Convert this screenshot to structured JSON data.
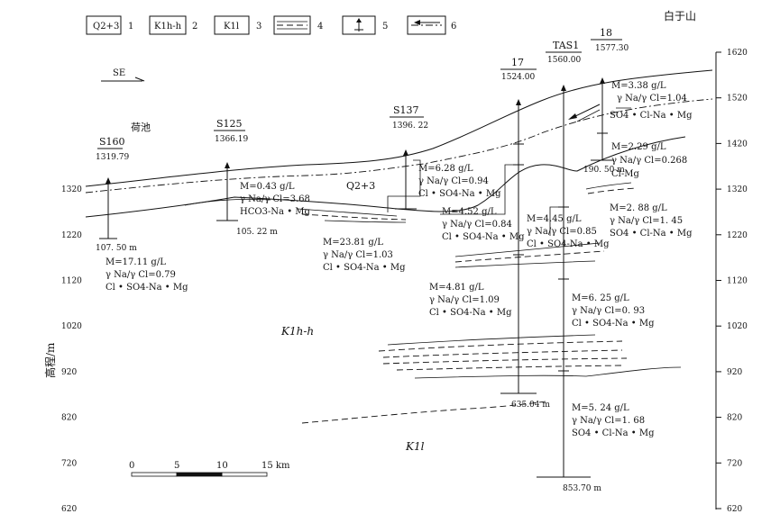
{
  "legend": {
    "items": [
      {
        "symbol": "Q2+3",
        "num": "1"
      },
      {
        "symbol": "K1h-h",
        "num": "2"
      },
      {
        "symbol": "K1l",
        "num": "3"
      },
      {
        "symbol": "",
        "num": "4"
      },
      {
        "symbol": "",
        "num": "5"
      },
      {
        "symbol": "",
        "num": "6"
      }
    ]
  },
  "place_labels": {
    "baishoushan": "白于山",
    "hechi": "荷池",
    "direction": "SE"
  },
  "formation_labels": {
    "q23": "Q2+3",
    "k1hh": "K1h-h",
    "k1l": "K1l"
  },
  "y_axis": {
    "label": "高程/m",
    "ticks": [
      "1620",
      "1520",
      "1420",
      "1320",
      "1220",
      "1120",
      "1020",
      "920",
      "820",
      "720",
      "620"
    ]
  },
  "scale_bar": {
    "ticks": [
      "0",
      "5",
      "10",
      "15 km"
    ]
  },
  "wells": [
    {
      "name": "S160",
      "elev": "1319.79",
      "depth": "107. 50 m"
    },
    {
      "name": "S125",
      "elev": "1366.19",
      "depth": "105. 22 m"
    },
    {
      "name": "S137",
      "elev": "1396. 22",
      "depth": ""
    },
    {
      "name": "17",
      "elev": "1524.00",
      "depth": "635.04 m"
    },
    {
      "name": "TAS1",
      "elev": "1560.00",
      "depth": "853.70 m"
    },
    {
      "name": "18",
      "elev": "1577.30",
      "depth": "190. 50 m"
    }
  ],
  "chem": [
    {
      "lines": [
        "M=17.11 g/L",
        "γ Na/γ Cl=0.79",
        "Cl • SO4-Na • Mg"
      ]
    },
    {
      "lines": [
        "M=0.43 g/L",
        "γ Na/γ Cl=3.68",
        "HCO3-Na • Mg"
      ]
    },
    {
      "lines": [
        "M=6.28 g/L",
        "γ Na/γ Cl=0.94",
        "Cl • SO4-Na • Mg"
      ]
    },
    {
      "lines": [
        "M=23.81 g/L",
        "γ Na/γ Cl=1.03",
        "Cl • SO4-Na • Mg"
      ]
    },
    {
      "lines": [
        "M=4.52 g/L",
        "γ Na/γ Cl=0.84",
        "Cl • SO4-Na • Mg"
      ]
    },
    {
      "lines": [
        "M=4.45 g/L",
        "γ Na/γ Cl=0.85",
        "Cl • SO4-Na • Mg"
      ]
    },
    {
      "lines": [
        "M=4.81 g/L",
        "γ Na/γ Cl=1.09",
        "Cl • SO4-Na • Mg"
      ]
    },
    {
      "lines": [
        "M=3.38 g/L",
        "γ Na/γ Cl=1.04",
        "SO4 • Cl-Na • Mg"
      ]
    },
    {
      "lines": [
        "M=2.29 g/L",
        "γ Na/γ Cl=0.268",
        "Cl-Mg"
      ]
    },
    {
      "lines": [
        "M=2. 88 g/L",
        "γ Na/γ Cl=1. 45",
        "SO4 • Cl-Na • Mg"
      ]
    },
    {
      "lines": [
        "M=6. 25 g/L",
        "γ Na/γ Cl=0. 93",
        "Cl • SO4-Na • Mg"
      ]
    },
    {
      "lines": [
        "M=5. 24 g/L",
        "γ Na/γ Cl=1. 68",
        "SO4 • Cl-Na • Mg"
      ]
    }
  ]
}
